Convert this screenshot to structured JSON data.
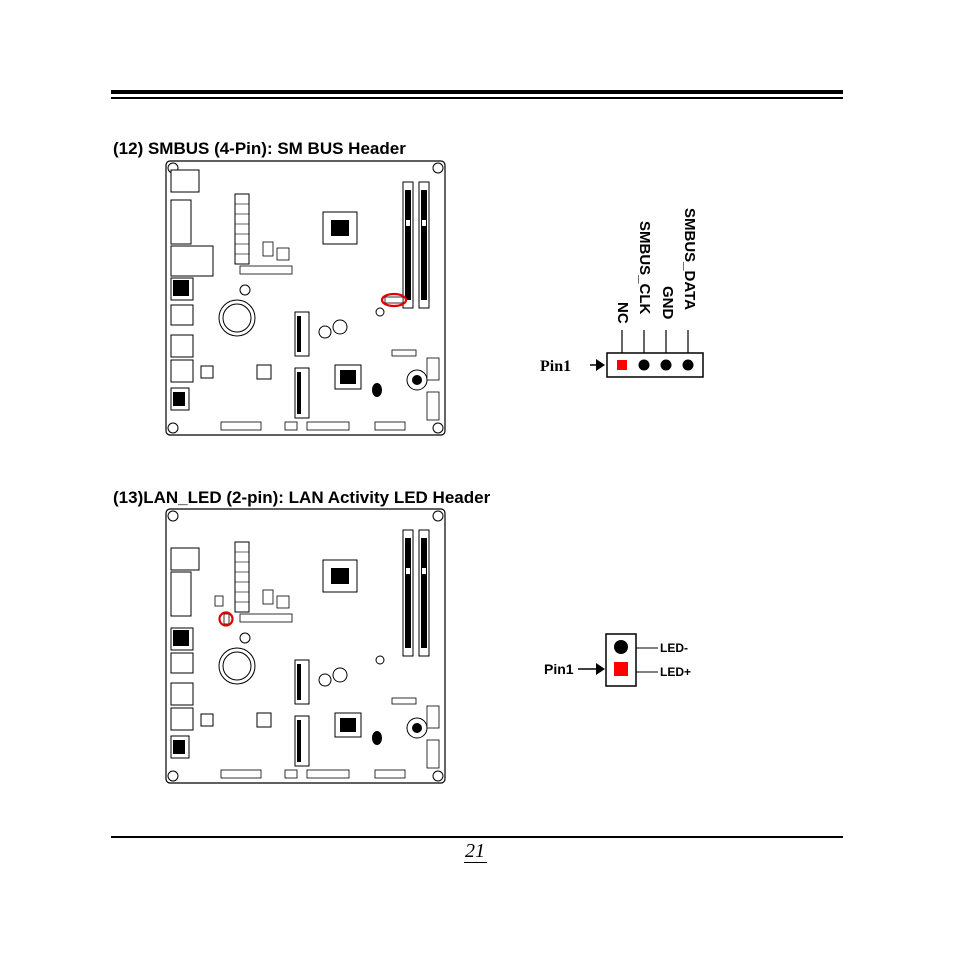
{
  "sections": [
    {
      "title": "(12) SMBUS (4-Pin): SM BUS Header",
      "pin1_label": "Pin1",
      "pins": [
        "NC",
        "SMBUS_CLK",
        "GND",
        "SMBUS_DATA"
      ]
    },
    {
      "title": "(13)LAN_LED (2-pin): LAN Activity LED Header",
      "pin1_label": "Pin1",
      "pins": [
        "LED-",
        "LED+"
      ]
    }
  ],
  "page_number": "21",
  "colors": {
    "pin1": "#ff0000",
    "highlight": "#e00000",
    "line": "#000000"
  }
}
